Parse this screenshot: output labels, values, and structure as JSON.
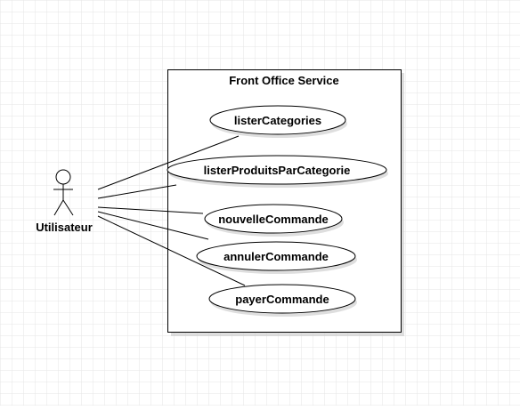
{
  "diagram": {
    "system": {
      "title": "Front Office Service"
    },
    "actor": {
      "name": "Utilisateur"
    },
    "use_cases": [
      {
        "label": "listerCategories"
      },
      {
        "label": "listerProduitsParCategorie"
      },
      {
        "label": "nouvelleCommande"
      },
      {
        "label": "annulerCommande"
      },
      {
        "label": "payerCommande"
      }
    ]
  },
  "colors": {
    "background": "#ffffff",
    "grid": "#e6e6e6",
    "stroke": "#000000",
    "shadow": "#c8c8c8"
  }
}
